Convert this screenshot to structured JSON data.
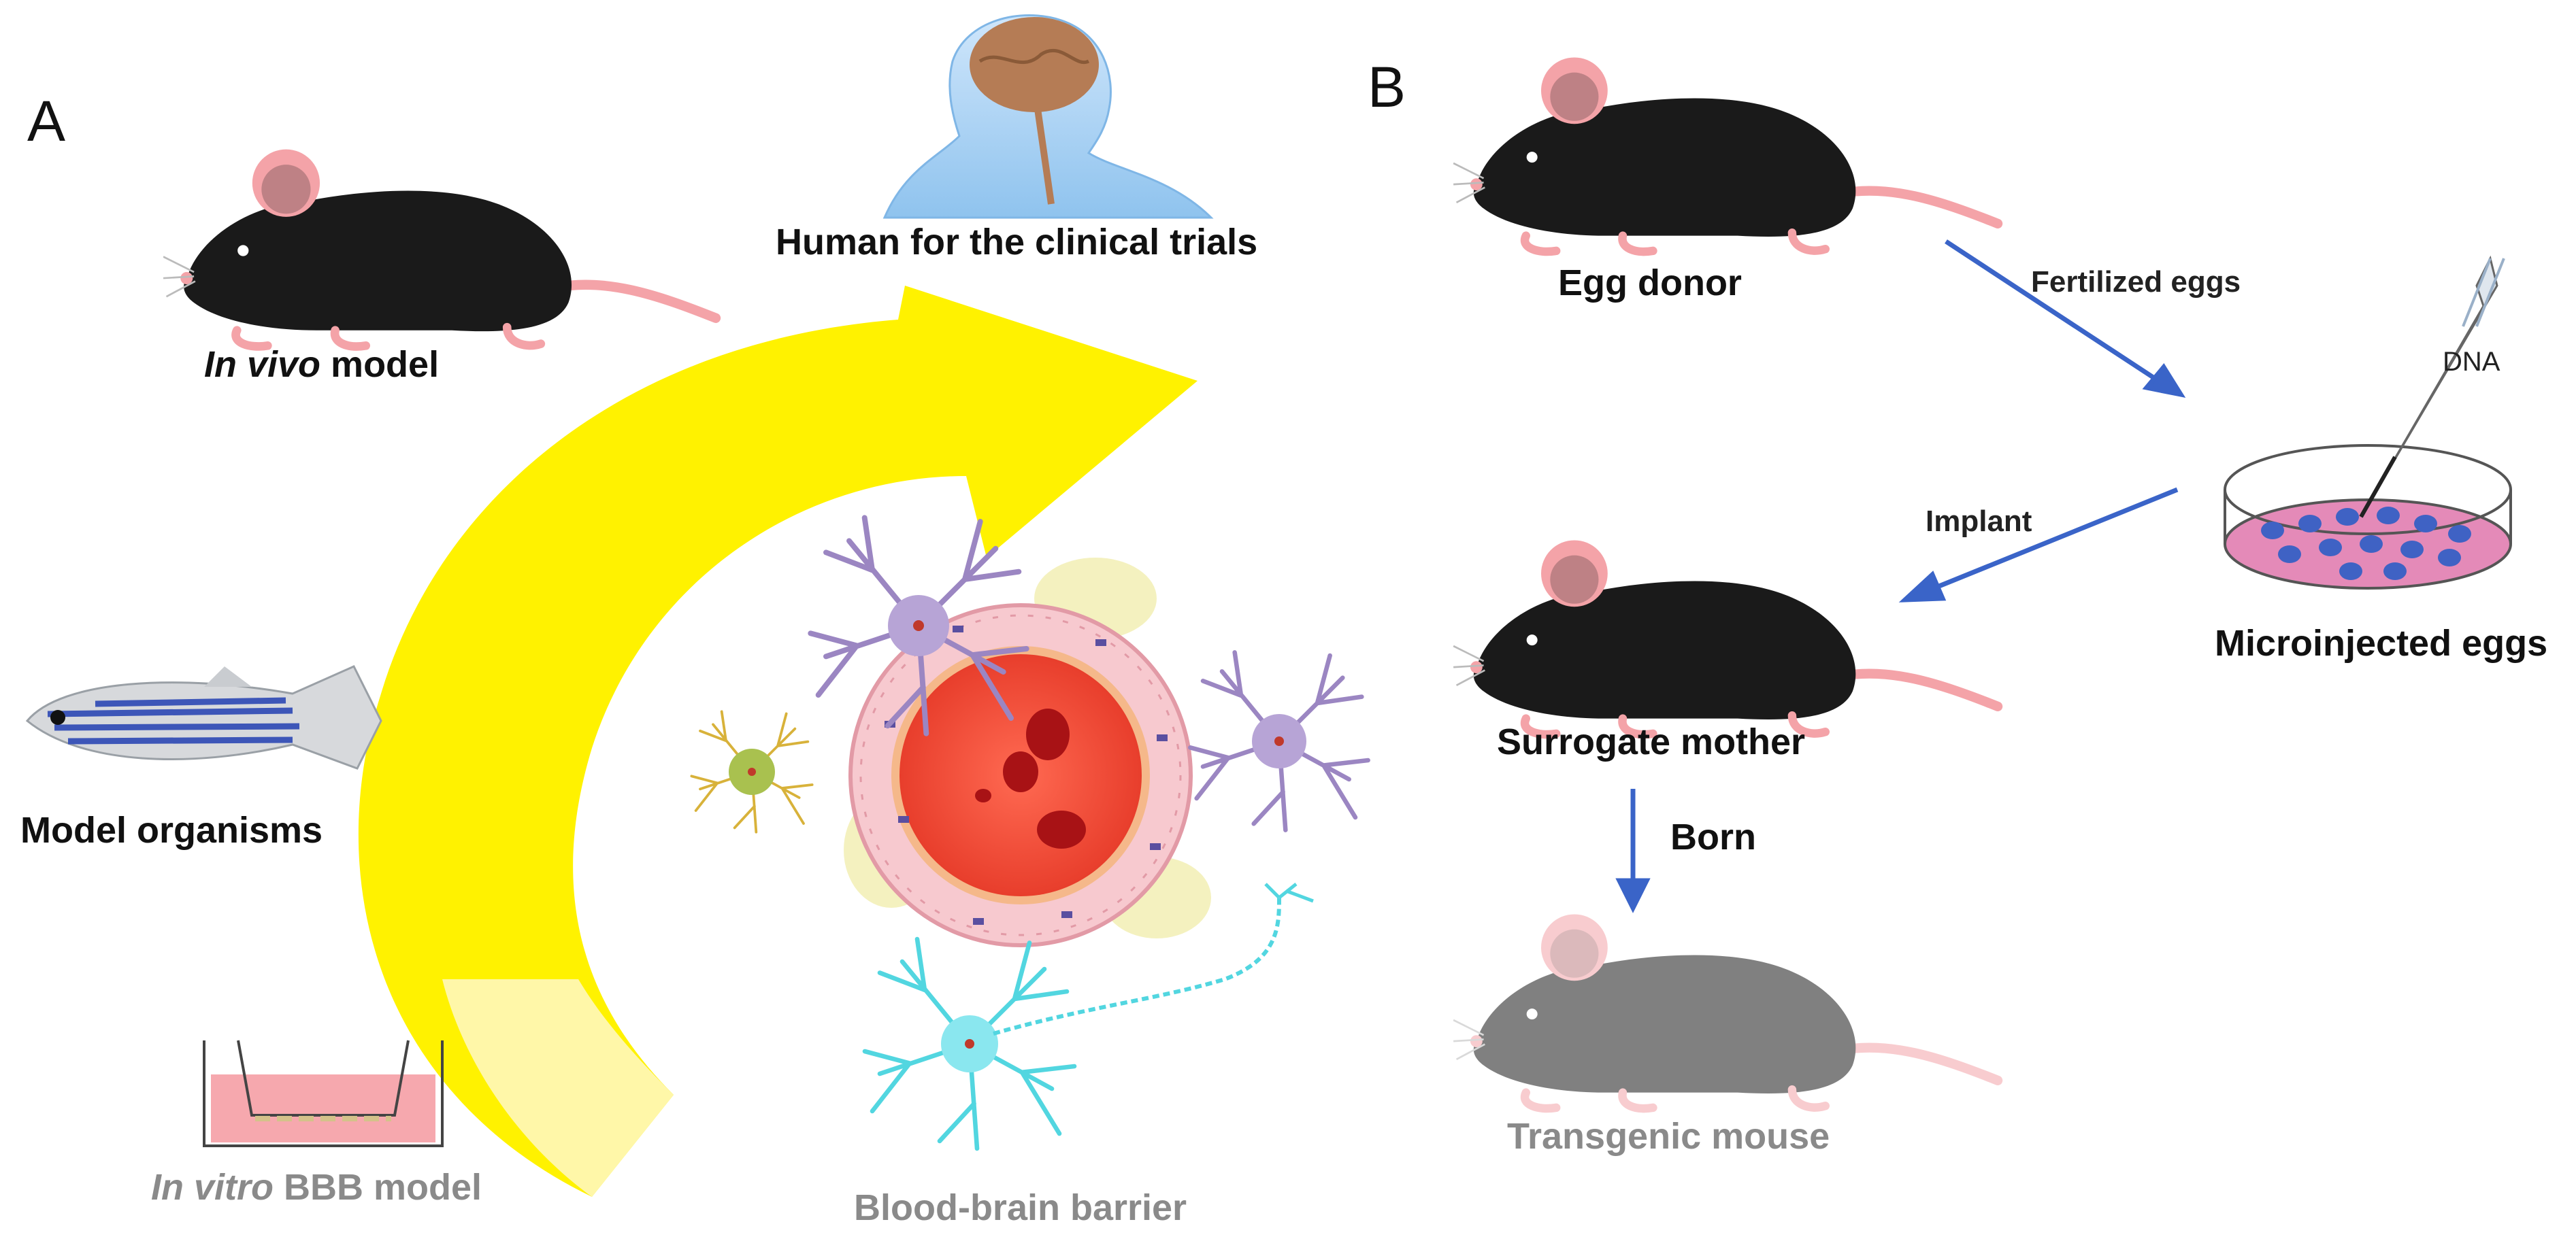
{
  "panel_a": {
    "letter": "A",
    "invivo_italic": "In vivo",
    "invivo_rest": " model",
    "human": "Human for the clinical trials",
    "model_organisms": "Model organisms",
    "invitro_italic": "In vitro",
    "invitro_rest": " BBB model",
    "bbb": "Blood-brain barrier"
  },
  "panel_b": {
    "letter": "B",
    "egg_donor": "Egg donor",
    "fertilized": "Fertilized eggs",
    "dna": "DNA",
    "implant": "Implant",
    "microinjected": "Microinjected eggs",
    "surrogate": "Surrogate mother",
    "born": "Born",
    "transgenic": "Transgenic mouse"
  },
  "colors": {
    "arrow_yellow": "#fff200",
    "blue_arrow": "#3a64c8",
    "mouse_black": "#1a1a1a",
    "mouse_pink": "#f4a3a8",
    "vessel_red": "#f25a45",
    "dish_pink": "#e48ab8",
    "egg_blue": "#3f62c4"
  }
}
